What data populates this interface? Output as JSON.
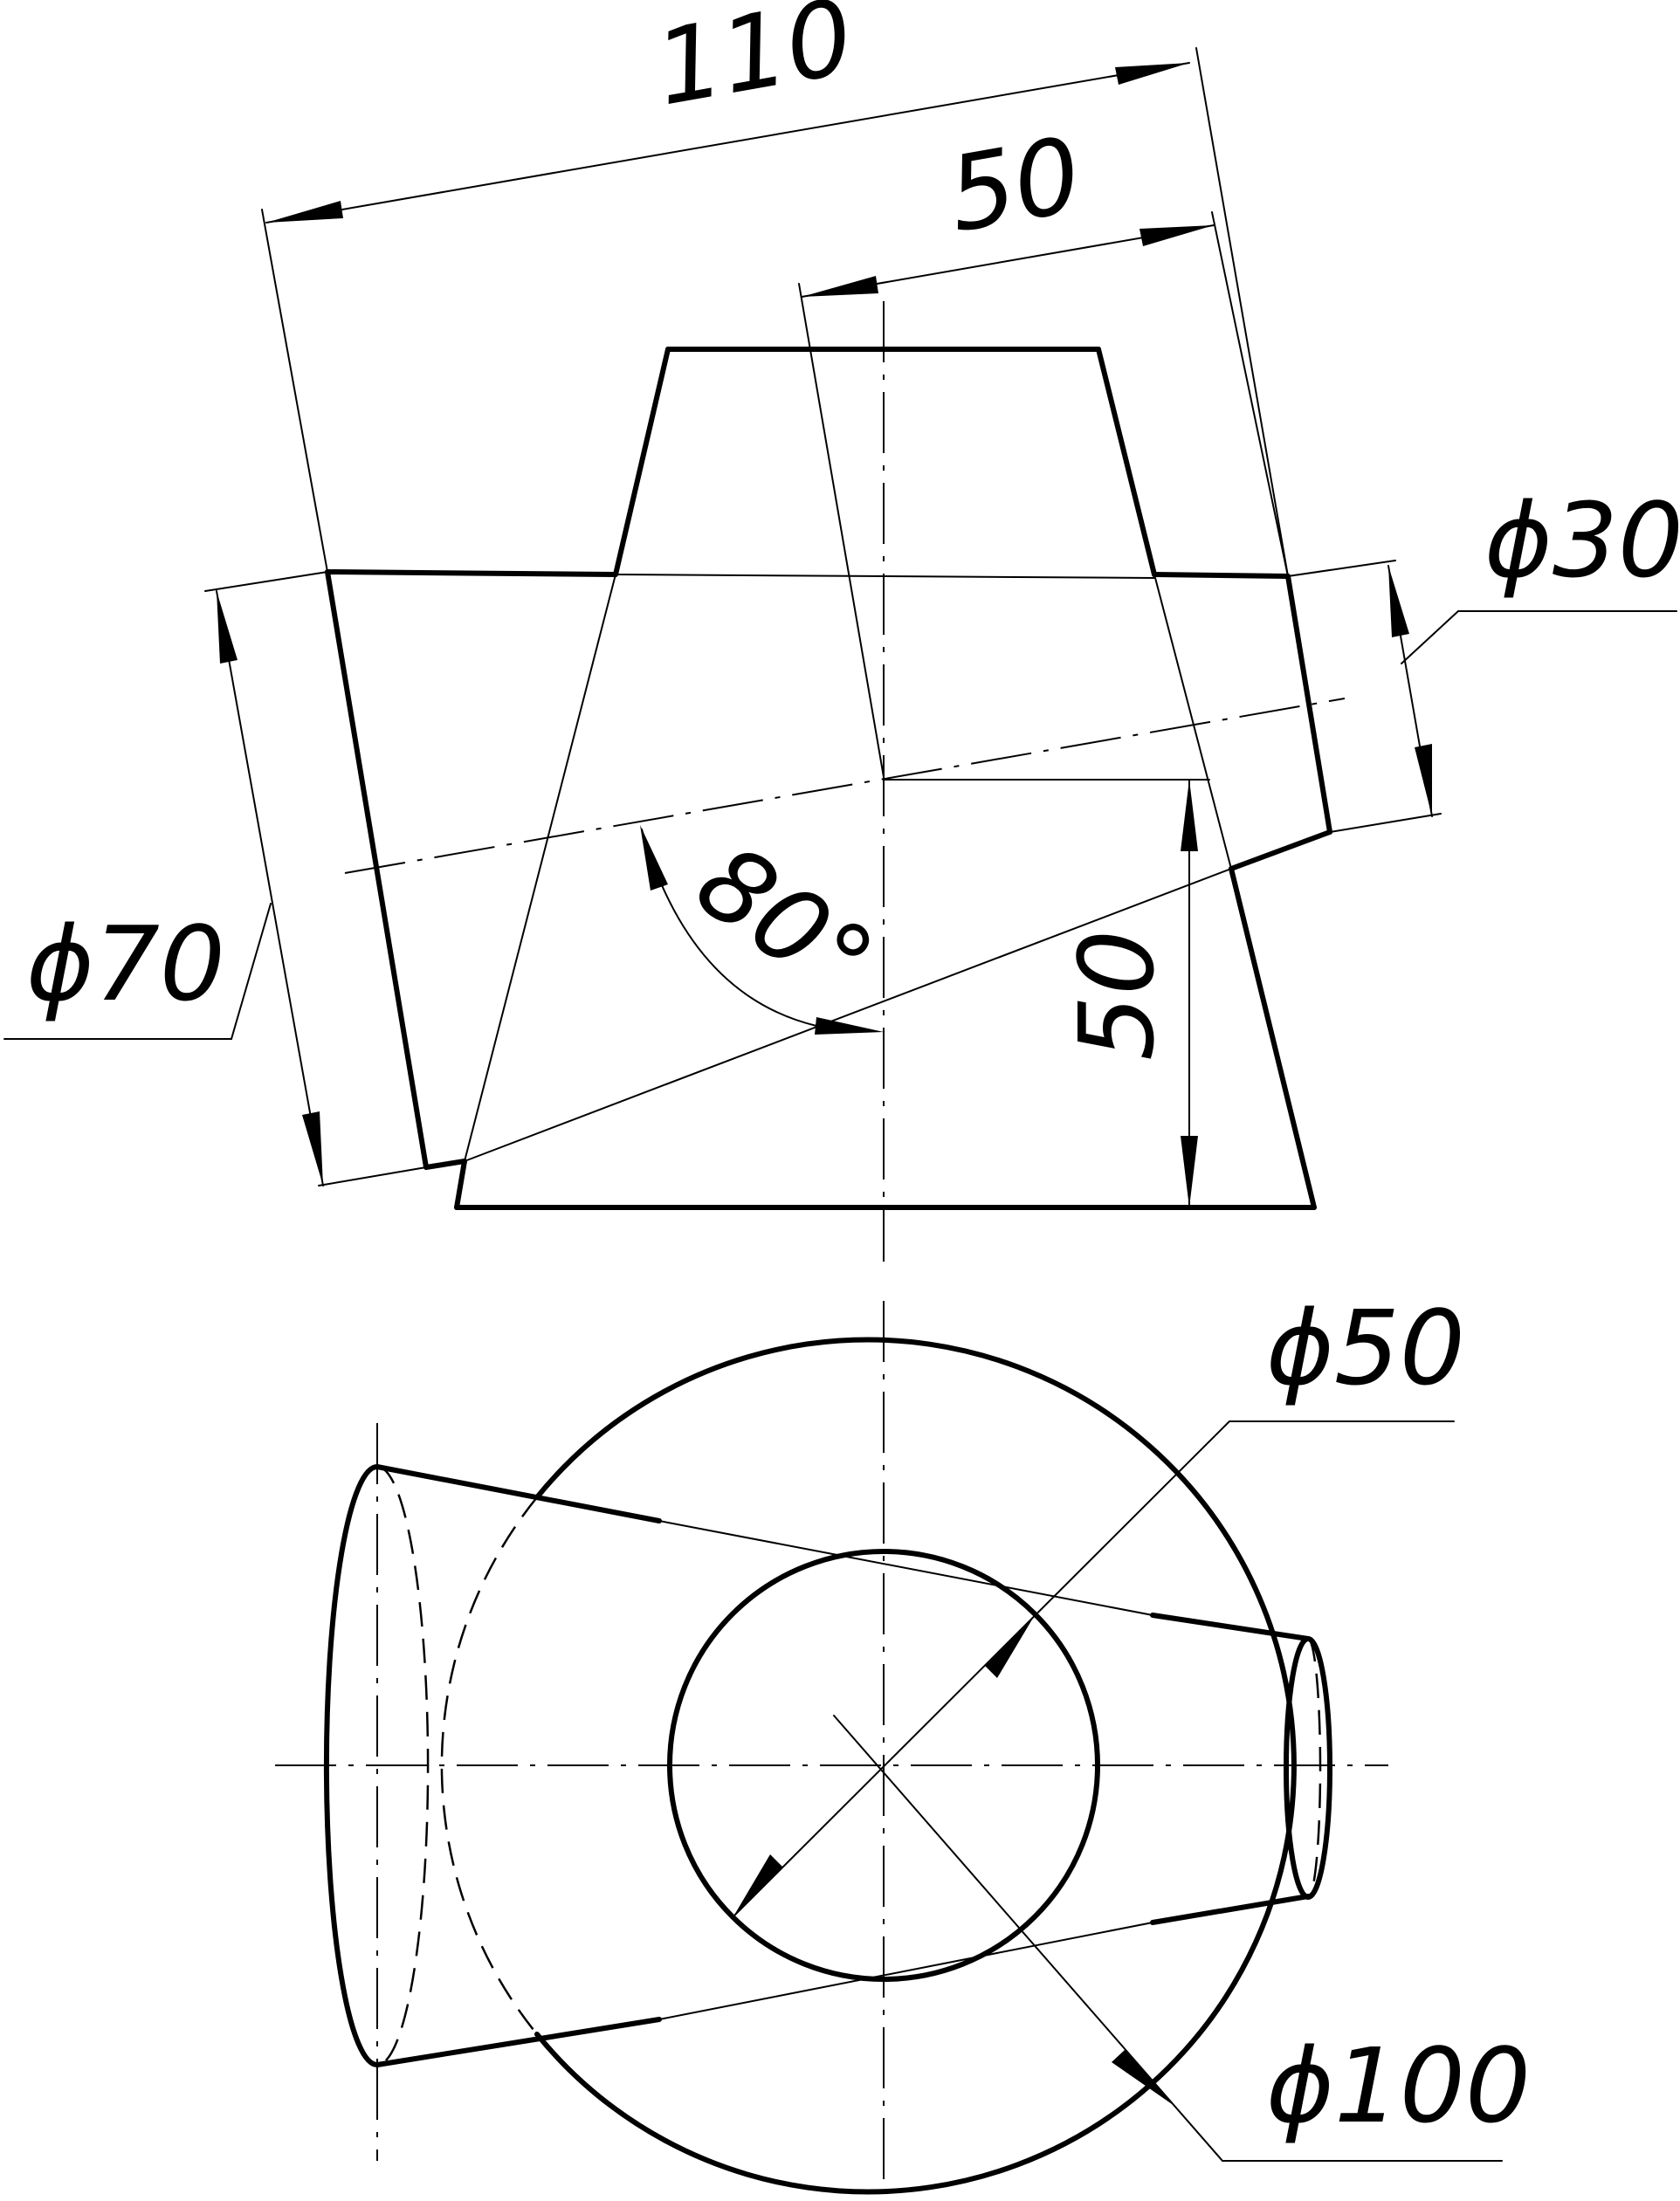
{
  "dimensions": {
    "overall_length": "110",
    "offset_length": "50",
    "small_diameter": "ϕ30",
    "large_diameter": "ϕ70",
    "angle": "80°",
    "height": "50",
    "inner_circle_diameter": "ϕ50",
    "outer_circle_diameter": "ϕ100"
  },
  "colors": {
    "line": "#000000",
    "background": "#ffffff"
  }
}
